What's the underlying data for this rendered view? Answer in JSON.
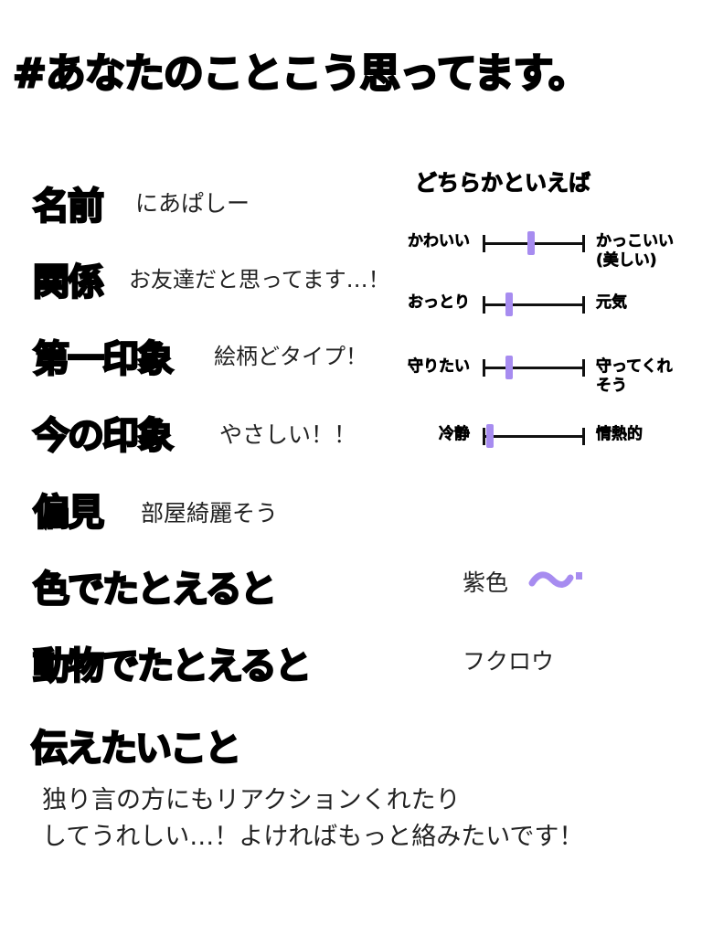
{
  "title": "#あなたのことこう思ってます。",
  "items": [
    {
      "label": "名前",
      "value": "にあぱしー"
    },
    {
      "label": "関係",
      "value": "お友達だと思ってます…！"
    },
    {
      "label": "第一印象",
      "value": "絵柄どタイプ！"
    },
    {
      "label": "今の印象",
      "value": "やさしい！！"
    },
    {
      "label": "偏見",
      "value": "部屋綺麗そう"
    },
    {
      "label": "色でたとえると",
      "value": "紫色"
    },
    {
      "label": "動物でたとえると",
      "value": "フクロウ"
    },
    {
      "label": "伝えたいこと"
    }
  ],
  "message": [
    "独り言の方にもリアクションくれたり",
    "してうれしい…！よければもっと絡みたいです！"
  ],
  "scale": {
    "title": "どちらかといえば",
    "accent": "#a78cf0",
    "rows": [
      {
        "left": "かわいい",
        "right": "かっこいい",
        "right2": "(美しい)",
        "value": 0.47
      },
      {
        "left": "おっとり",
        "right": "元気",
        "right2": "",
        "value": 0.24
      },
      {
        "left": "守りたい",
        "right": "守ってくれ",
        "right2": "そう",
        "value": 0.24
      },
      {
        "left": "冷静",
        "right": "情熱的",
        "right2": "",
        "value": 0.04
      }
    ]
  }
}
